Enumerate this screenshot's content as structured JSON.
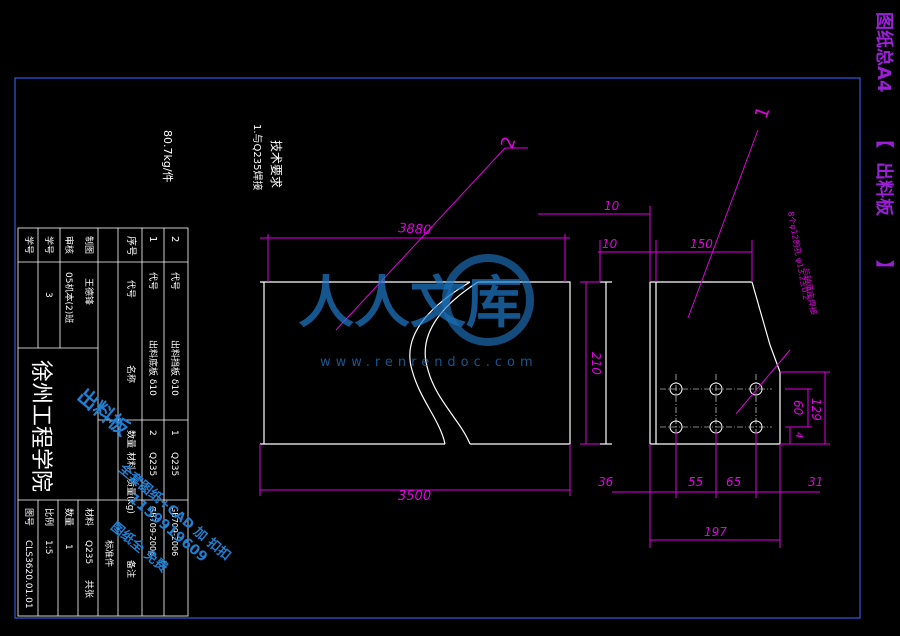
{
  "header": {
    "sheet_title": "图纸总A4",
    "bracket_open": "【",
    "bracket_label": "出料板",
    "bracket_close": "】"
  },
  "colors": {
    "background": "#000000",
    "dimension": "#e000e0",
    "outline": "#ffffff",
    "title_purple": "#9a1fd6",
    "watermark_blue": "#1f7fd0"
  },
  "notes": {
    "tech_heading": "技术要求",
    "tech_line": "1.与Q235焊接",
    "weight": "80.7kg/件"
  },
  "callouts": {
    "balloon_1": "1",
    "balloon_2": "2",
    "slot_note": "8个φ12的孔 ψ13.2±0.2",
    "weld_note": "与轴承座焊接"
  },
  "dimensions": {
    "front_length_top": "3880",
    "front_length_bottom": "3500",
    "side_top_10": "10",
    "side_left_10": "10",
    "side_width_150": "150",
    "side_height": "210",
    "right_60": "60",
    "right_129": "129",
    "right_31": "31",
    "right_small": "4",
    "bottom_36": "36",
    "bottom_55": "55",
    "bottom_65": "65",
    "bottom_31": "31",
    "overall_197": "197"
  },
  "title_block": {
    "school": "徐州工程学院",
    "parts_list": [
      {
        "index": "2",
        "name": "出料挡板 δ10",
        "qty": "1",
        "material": "Q235",
        "std": "GB709-2006"
      },
      {
        "index": "1",
        "name": "出料底板 δ10",
        "qty": "2",
        "material": "Q235",
        "std": "GB709-2006"
      }
    ],
    "headers": {
      "index": "序号",
      "code": "代号",
      "name": "名称",
      "qty": "数量",
      "material": "材料",
      "weight": "质量(kg)",
      "note": "备注"
    },
    "drawn_label": "制图",
    "checked_label": "审核",
    "student_label": "学号",
    "drawer_name": "王德锋",
    "class_name": "05机本(2)班",
    "number": "3",
    "material_label": "材料",
    "material_value": "Q235",
    "qty_label": "数量",
    "qty_value": "1",
    "scale_label": "比例",
    "scale_value": "1:5",
    "dwg_label": "图号",
    "dwg_value": "CLS3620.01.01",
    "sheet_label": "共张",
    "std_label": "标准件"
  },
  "watermark": {
    "brand": "人人文库",
    "url": "www.renrendoc.com",
    "stamp_title": "出料板",
    "stamp_line1": "全套图纸+CAD 加 扣扣",
    "stamp_line2": "1159919609",
    "stamp_line3": "图纸全 免费"
  }
}
